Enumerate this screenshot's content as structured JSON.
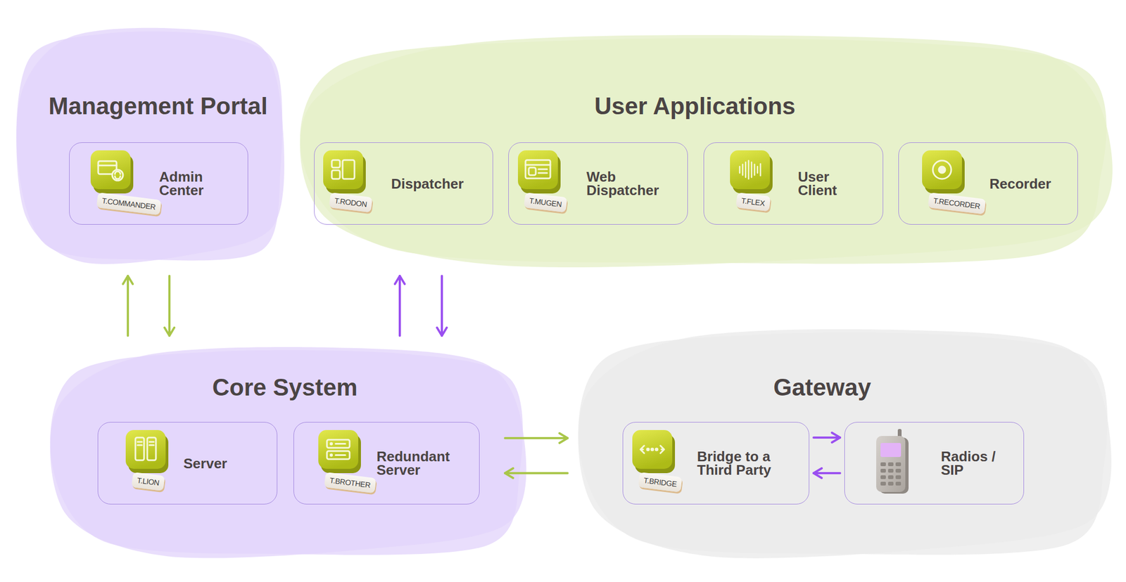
{
  "diagram": {
    "nodes": [
      {
        "text": [
          "Management Portal"
        ]
      },
      {
        "text": [
          "Admin Center",
          "T.COMMANDER"
        ],
        "in": 0
      },
      {
        "text": [
          "User Applications"
        ]
      },
      {
        "text": [
          "Dispatcher",
          "T.RODON"
        ],
        "in": 2
      },
      {
        "text": [
          "Web Dispatcher",
          "T.MUGEN"
        ],
        "in": 2
      },
      {
        "text": [
          "User Client",
          "T.FLEX"
        ],
        "in": 2
      },
      {
        "text": [
          "Recorder",
          "T.RECORDER"
        ],
        "in": 2
      },
      {
        "text": [
          "Core System"
        ]
      },
      {
        "text": [
          "Server",
          "T.LION"
        ],
        "in": 7
      },
      {
        "text": [
          "Redundant Server",
          "T.BROTHER"
        ],
        "in": 7
      },
      {
        "text": [
          "Gateway"
        ]
      },
      {
        "text": [
          "Bridge to a Third Party",
          "T.BRIDGE"
        ],
        "in": 10
      },
      {
        "text": [
          "Radios / SIP"
        ],
        "in": 10
      }
    ],
    "edges": [
      {
        "from": 7,
        "to": 0,
        "arrow": "to"
      },
      {
        "from": 0,
        "to": 7,
        "arrow": "to"
      },
      {
        "from": 7,
        "to": 2,
        "arrow": "to"
      },
      {
        "from": 2,
        "to": 7,
        "arrow": "to"
      },
      {
        "from": 7,
        "to": 10,
        "arrow": "to"
      },
      {
        "from": 10,
        "to": 7,
        "arrow": "to"
      },
      {
        "from": 11,
        "to": 12,
        "arrow": "to"
      },
      {
        "from": 12,
        "to": 11,
        "arrow": "to"
      }
    ]
  }
}
